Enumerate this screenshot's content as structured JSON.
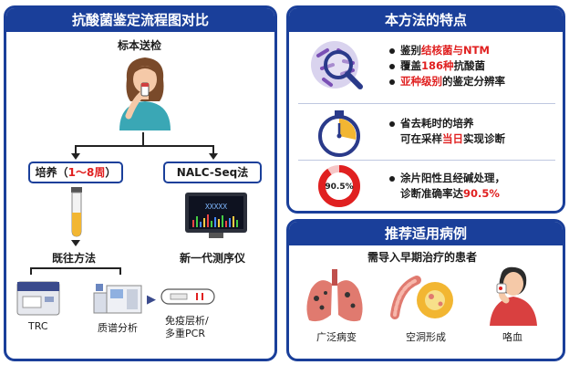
{
  "left_panel": {
    "title": "抗酸菌鉴定流程图对比",
    "sample_label": "标本送检",
    "culture_box": {
      "prefix": "培养（",
      "highlight": "1～8周",
      "suffix": "）"
    },
    "nalc_box": "NALC-Seq法",
    "old_method": "既往方法",
    "new_device": "新一代测序仪",
    "screen_text": "XXXXX",
    "methods": [
      {
        "label": "TRC"
      },
      {
        "label": "质谱分析"
      },
      {
        "label": "免疫层析/",
        "label2": "多重PCR"
      }
    ]
  },
  "features_panel": {
    "title": "本方法的特点",
    "feature1": {
      "l1_a": "鉴别",
      "l1_b": "结核菌与NTM",
      "l2_a": "覆盖",
      "l2_b": "186种",
      "l2_c": "抗酸菌",
      "l3_a": "亚种级别",
      "l3_b": "的鉴定分辨率"
    },
    "feature2": {
      "l1": "省去耗时的培养",
      "l2_a": "可在采样",
      "l2_b": "当日",
      "l2_c": "实现诊断"
    },
    "feature3": {
      "badge": "90.5%",
      "l1": "涂片阳性且经碱处理，",
      "l2_a": "诊断准确率达",
      "l2_b": "90.5%"
    }
  },
  "cases_panel": {
    "title": "推荐适用病例",
    "subtitle": "需导入早期治疗的患者",
    "cases": [
      {
        "label": "广泛病变"
      },
      {
        "label": "空洞形成"
      },
      {
        "label": "咯血"
      }
    ]
  },
  "colors": {
    "navy": "#1a3f9a",
    "red": "#e02020",
    "accent_yellow": "#f2b632"
  }
}
